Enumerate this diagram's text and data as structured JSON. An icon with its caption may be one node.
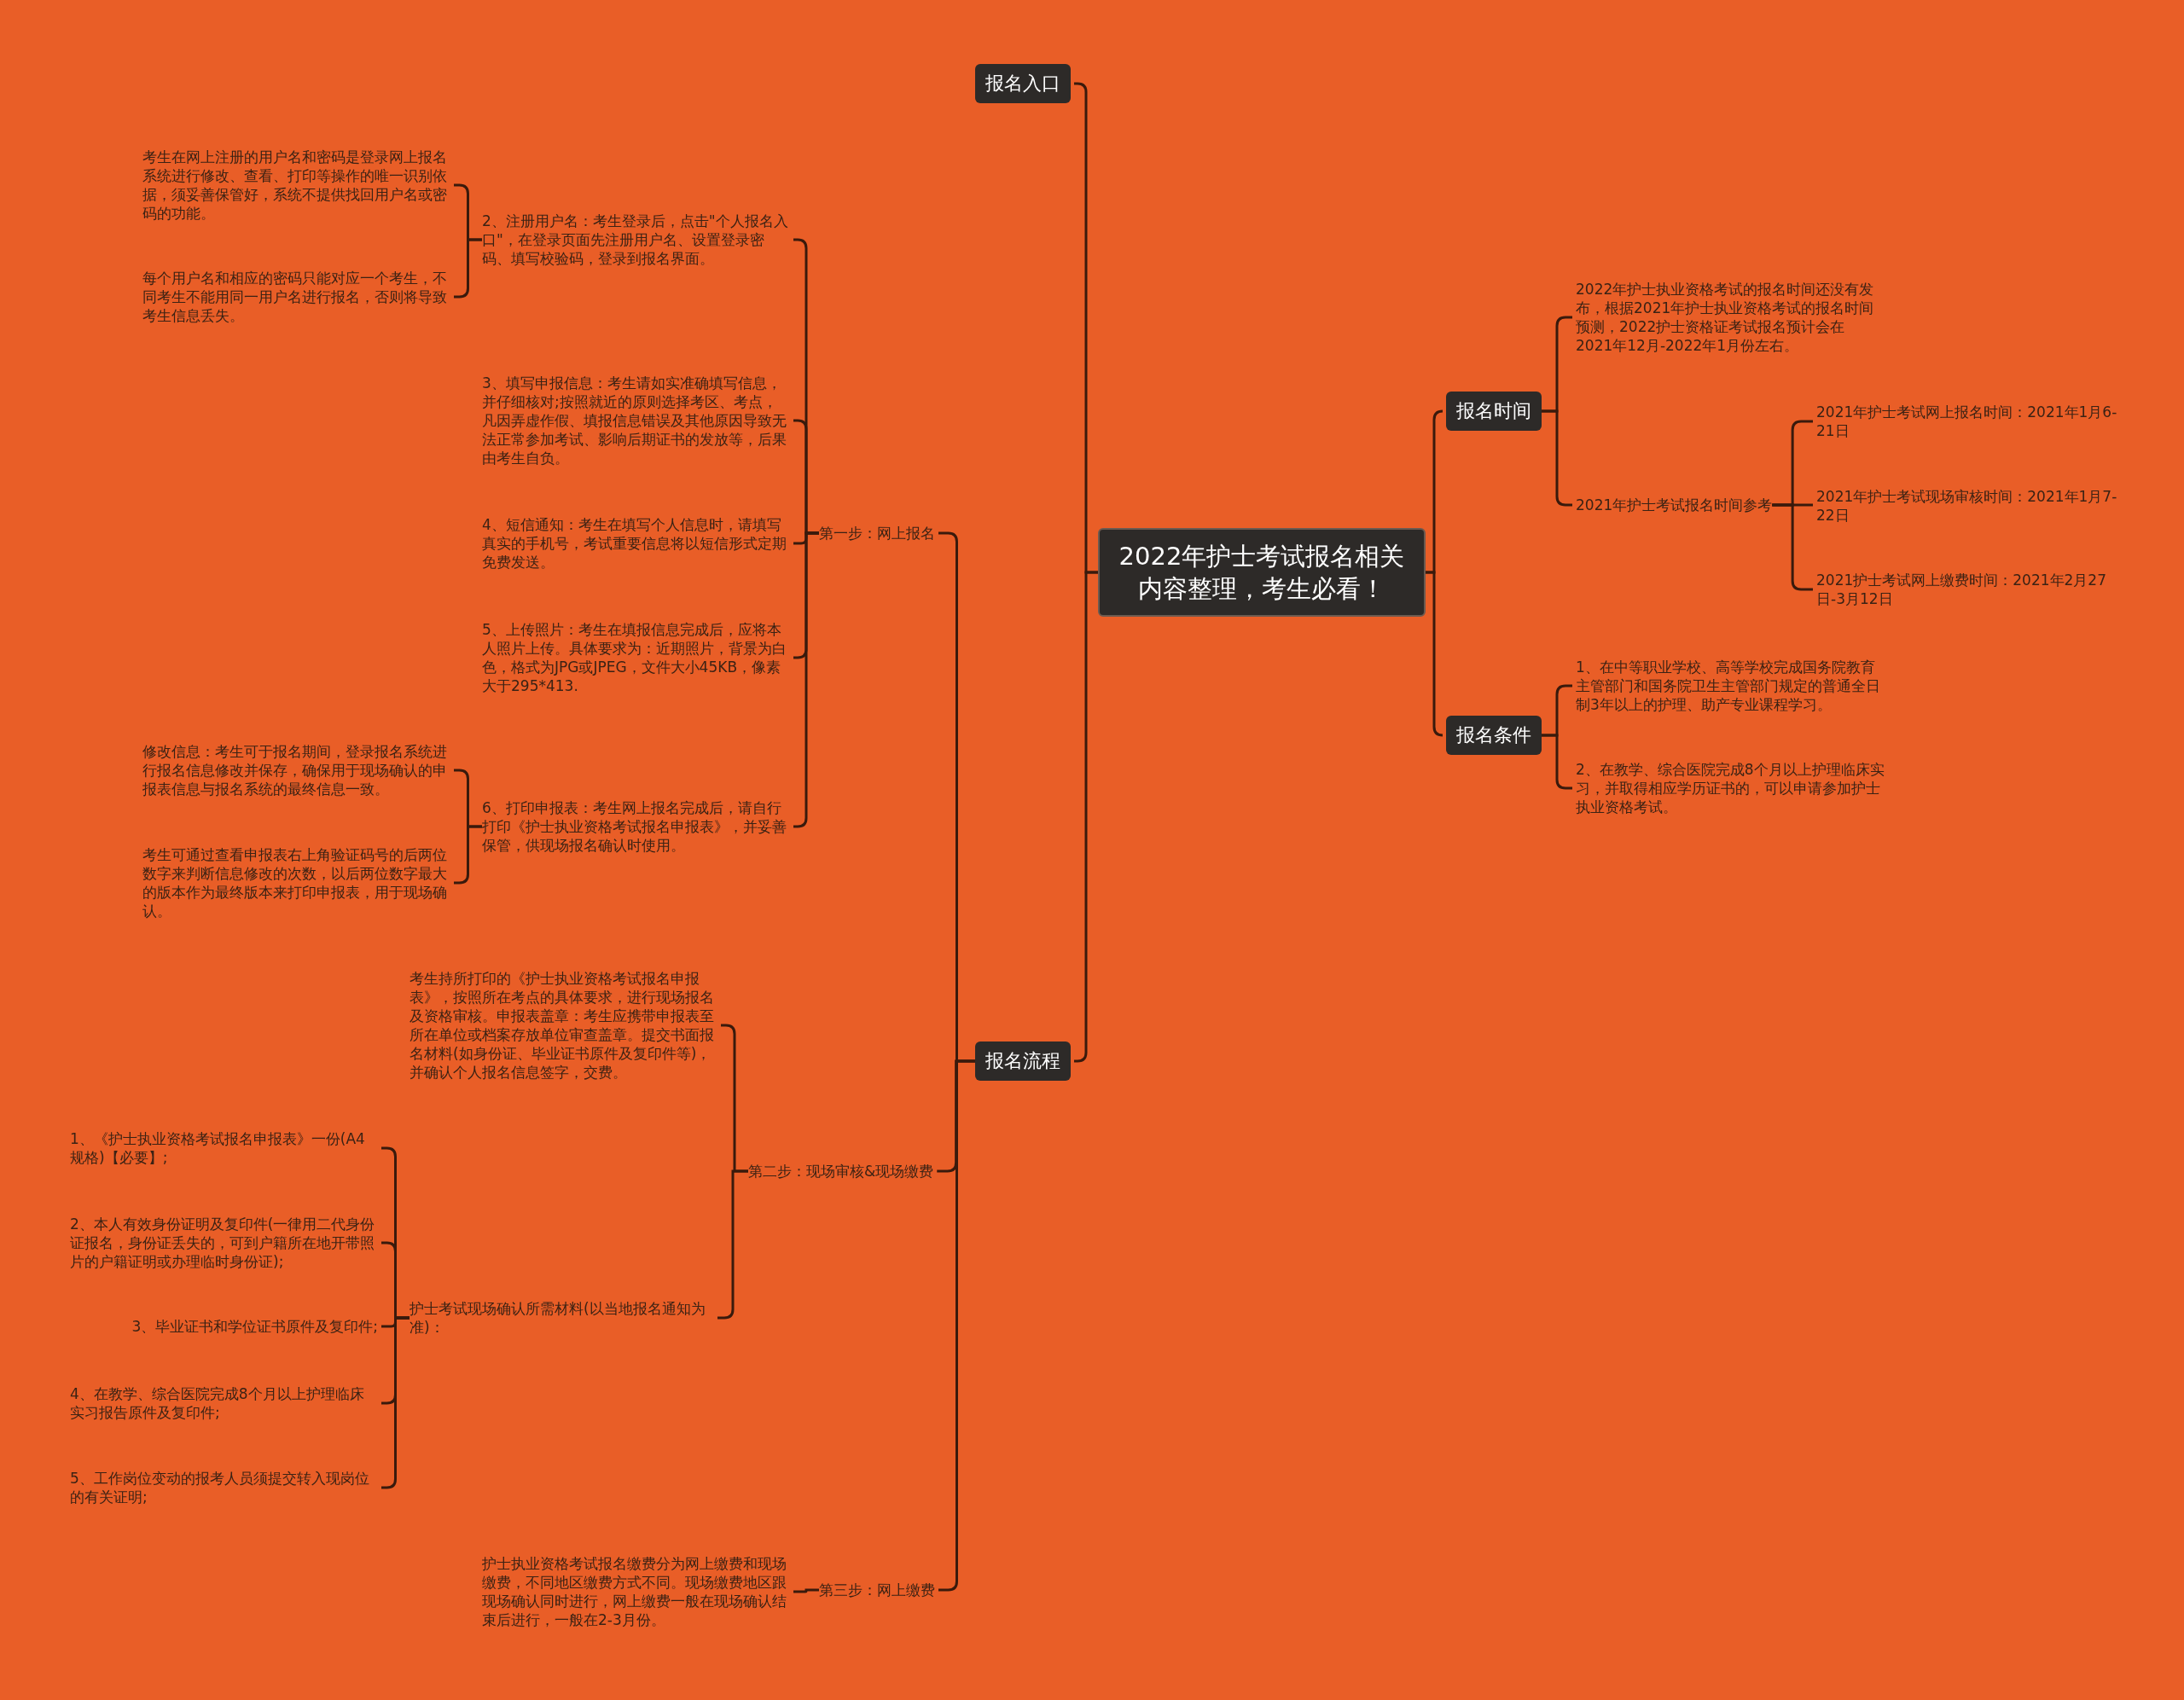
{
  "diagram": {
    "nodes": [
      {
        "text": [
          "2022年护士考试报名相关内容整理，考生必看！"
        ]
      },
      {
        "text": [
          "报名入口"
        ]
      },
      {
        "text": [
          "报名流程"
        ]
      },
      {
        "text": [
          "第一步：网上报名"
        ]
      },
      {
        "text": [
          "2、注册用户名：考生登录后，点击\"个人报名入口\"，在登录页面先注册用户名、设置登录密码、填写校验码，登录到报名界面。"
        ]
      },
      {
        "text": [
          "考生在网上注册的用户名和密码是登录网上报名系统进行修改、查看、打印等操作的唯一识别依据，须妥善保管好，系统不提供找回用户名或密码的功能。"
        ]
      },
      {
        "text": [
          "每个用户名和相应的密码只能对应一个考生，不同考生不能用同一用户名进行报名，否则将导致考生信息丢失。"
        ]
      },
      {
        "text": [
          "3、填写申报信息：考生请如实准确填写信息，并仔细核对;按照就近的原则选择考区、考点，凡因弄虚作假、填报信息错误及其他原因导致无法正常参加考试、影响后期证书的发放等，后果由考生自负。"
        ]
      },
      {
        "text": [
          "4、短信通知：考生在填写个人信息时，请填写真实的手机号，考试重要信息将以短信形式定期免费发送。"
        ]
      },
      {
        "text": [
          "5、上传照片：考生在填报信息完成后，应将本人照片上传。具体要求为：近期照片，背景为白色，格式为JPG或JPEG，文件大小45KB，像素大于295*413."
        ]
      },
      {
        "text": [
          "6、打印申报表：考生网上报名完成后，请自行打印《护士执业资格考试报名申报表》，并妥善保管，供现场报名确认时使用。"
        ]
      },
      {
        "text": [
          "修改信息：考生可于报名期间，登录报名系统进行报名信息修改并保存，确保用于现场确认的申报表信息与报名系统的最终信息一致。"
        ]
      },
      {
        "text": [
          "考生可通过查看申报表右上角验证码号的后两位数字来判断信息修改的次数，以后两位数字最大的版本作为最终版本来打印申报表，用于现场确认。"
        ]
      },
      {
        "text": [
          "第二步：现场审核&现场缴费"
        ]
      },
      {
        "text": [
          "考生持所打印的《护士执业资格考试报名申报表》，按照所在考点的具体要求，进行现场报名及资格审核。申报表盖章：考生应携带申报表至所在单位或档案存放单位审查盖章。提交书面报名材料(如身份证、毕业证书原件及复印件等)，并确认个人报名信息签字，交费。"
        ]
      },
      {
        "text": [
          "护士考试现场确认所需材料(以当地报名通知为准)："
        ]
      },
      {
        "text": [
          "1、《护士执业资格考试报名申报表》一份(A4规格)【必要】;"
        ]
      },
      {
        "text": [
          "2、本人有效身份证明及复印件(一律用二代身份证报名，身份证丢失的，可到户籍所在地开带照片的户籍证明或办理临时身份证);"
        ]
      },
      {
        "text": [
          "3、毕业证书和学位证书原件及复印件;"
        ]
      },
      {
        "text": [
          "4、在教学、综合医院完成8个月以上护理临床实习报告原件及复印件;"
        ]
      },
      {
        "text": [
          "5、工作岗位变动的报考人员须提交转入现岗位的有关证明;"
        ]
      },
      {
        "text": [
          "第三步：网上缴费"
        ]
      },
      {
        "text": [
          "护士执业资格考试报名缴费分为网上缴费和现场缴费，不同地区缴费方式不同。现场缴费地区跟现场确认同时进行，网上缴费一般在现场确认结束后进行，一般在2-3月份。"
        ]
      },
      {
        "text": [
          "报名时间"
        ]
      },
      {
        "text": [
          "报名条件"
        ]
      },
      {
        "text": [
          "2022年护士执业资格考试的报名时间还没有发布，根据2021年护士执业资格考试的报名时间预测，2022护士资格证考试报名预计会在2021年12月-2022年1月份左右。"
        ]
      },
      {
        "text": [
          "2021年护士考试报名时间参考"
        ]
      },
      {
        "text": [
          "2021年护士考试网上报名时间：2021年1月6-21日"
        ]
      },
      {
        "text": [
          "2021年护士考试现场审核时间：2021年1月7-22日"
        ]
      },
      {
        "text": [
          "2021护士考试网上缴费时间：2021年2月27日-3月12日"
        ]
      },
      {
        "text": [
          "1、在中等职业学校、高等学校完成国务院教育主管部门和国务院卫生主管部门规定的普通全日制3年以上的护理、助产专业课程学习。"
        ]
      },
      {
        "text": [
          "2、在教学、综合医院完成8个月以上护理临床实习，并取得相应学历证书的，可以申请参加护士执业资格考试。"
        ]
      }
    ],
    "edges": [
      {
        "from": 0,
        "to": 1,
        "arrow": "none"
      },
      {
        "from": 0,
        "to": 2,
        "arrow": "none"
      },
      {
        "from": 2,
        "to": 3,
        "arrow": "none"
      },
      {
        "from": 3,
        "to": 4,
        "arrow": "none"
      },
      {
        "from": 4,
        "to": 5,
        "arrow": "none"
      },
      {
        "from": 4,
        "to": 6,
        "arrow": "none"
      },
      {
        "from": 3,
        "to": 7,
        "arrow": "none"
      },
      {
        "from": 3,
        "to": 8,
        "arrow": "none"
      },
      {
        "from": 3,
        "to": 9,
        "arrow": "none"
      },
      {
        "from": 3,
        "to": 10,
        "arrow": "none"
      },
      {
        "from": 10,
        "to": 11,
        "arrow": "none"
      },
      {
        "from": 10,
        "to": 12,
        "arrow": "none"
      },
      {
        "from": 2,
        "to": 13,
        "arrow": "none"
      },
      {
        "from": 13,
        "to": 14,
        "arrow": "none"
      },
      {
        "from": 13,
        "to": 15,
        "arrow": "none"
      },
      {
        "from": 15,
        "to": 16,
        "arrow": "none"
      },
      {
        "from": 15,
        "to": 17,
        "arrow": "none"
      },
      {
        "from": 15,
        "to": 18,
        "arrow": "none"
      },
      {
        "from": 15,
        "to": 19,
        "arrow": "none"
      },
      {
        "from": 15,
        "to": 20,
        "arrow": "none"
      },
      {
        "from": 2,
        "to": 21,
        "arrow": "none"
      },
      {
        "from": 21,
        "to": 22,
        "arrow": "none"
      },
      {
        "from": 0,
        "to": 23,
        "arrow": "none"
      },
      {
        "from": 0,
        "to": 24,
        "arrow": "none"
      },
      {
        "from": 23,
        "to": 25,
        "arrow": "none"
      },
      {
        "from": 23,
        "to": 26,
        "arrow": "none"
      },
      {
        "from": 26,
        "to": 27,
        "arrow": "none"
      },
      {
        "from": 26,
        "to": 28,
        "arrow": "none"
      },
      {
        "from": 26,
        "to": 29,
        "arrow": "none"
      },
      {
        "from": 24,
        "to": 30,
        "arrow": "none"
      },
      {
        "from": 24,
        "to": 31,
        "arrow": "none"
      }
    ]
  }
}
